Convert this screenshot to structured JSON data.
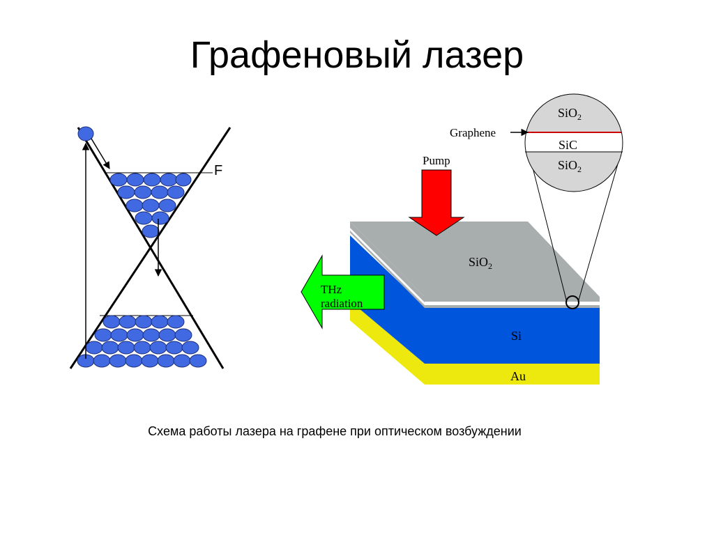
{
  "title": "Графеновый лазер",
  "caption": "Схема работы лазера на графене при оптическом возбуждении",
  "band_diagram": {
    "fermi_label": "F"
  },
  "device": {
    "pump_label": "Pump",
    "thz_label_line1": "THz",
    "thz_label_line2": "radiation",
    "top_layer_label": "SiO",
    "substrate_label": "Si",
    "bottom_layer_label": "Au",
    "subscript_two": "2"
  },
  "inset": {
    "graphene_label": "Graphene",
    "top_label": "SiO",
    "middle_label": "SiC",
    "bottom_label": "SiO",
    "subscript_two": "2"
  },
  "colors": {
    "electron_fill": "#4169E1",
    "pump_arrow": "#FF0000",
    "thz_arrow": "#00FF00",
    "substrate": "#0055DD",
    "gold_layer": "#EDE80E",
    "oxide": "#A8ADAE",
    "inset_fill": "#D6D6D6",
    "graphene_line": "#CC0000"
  }
}
